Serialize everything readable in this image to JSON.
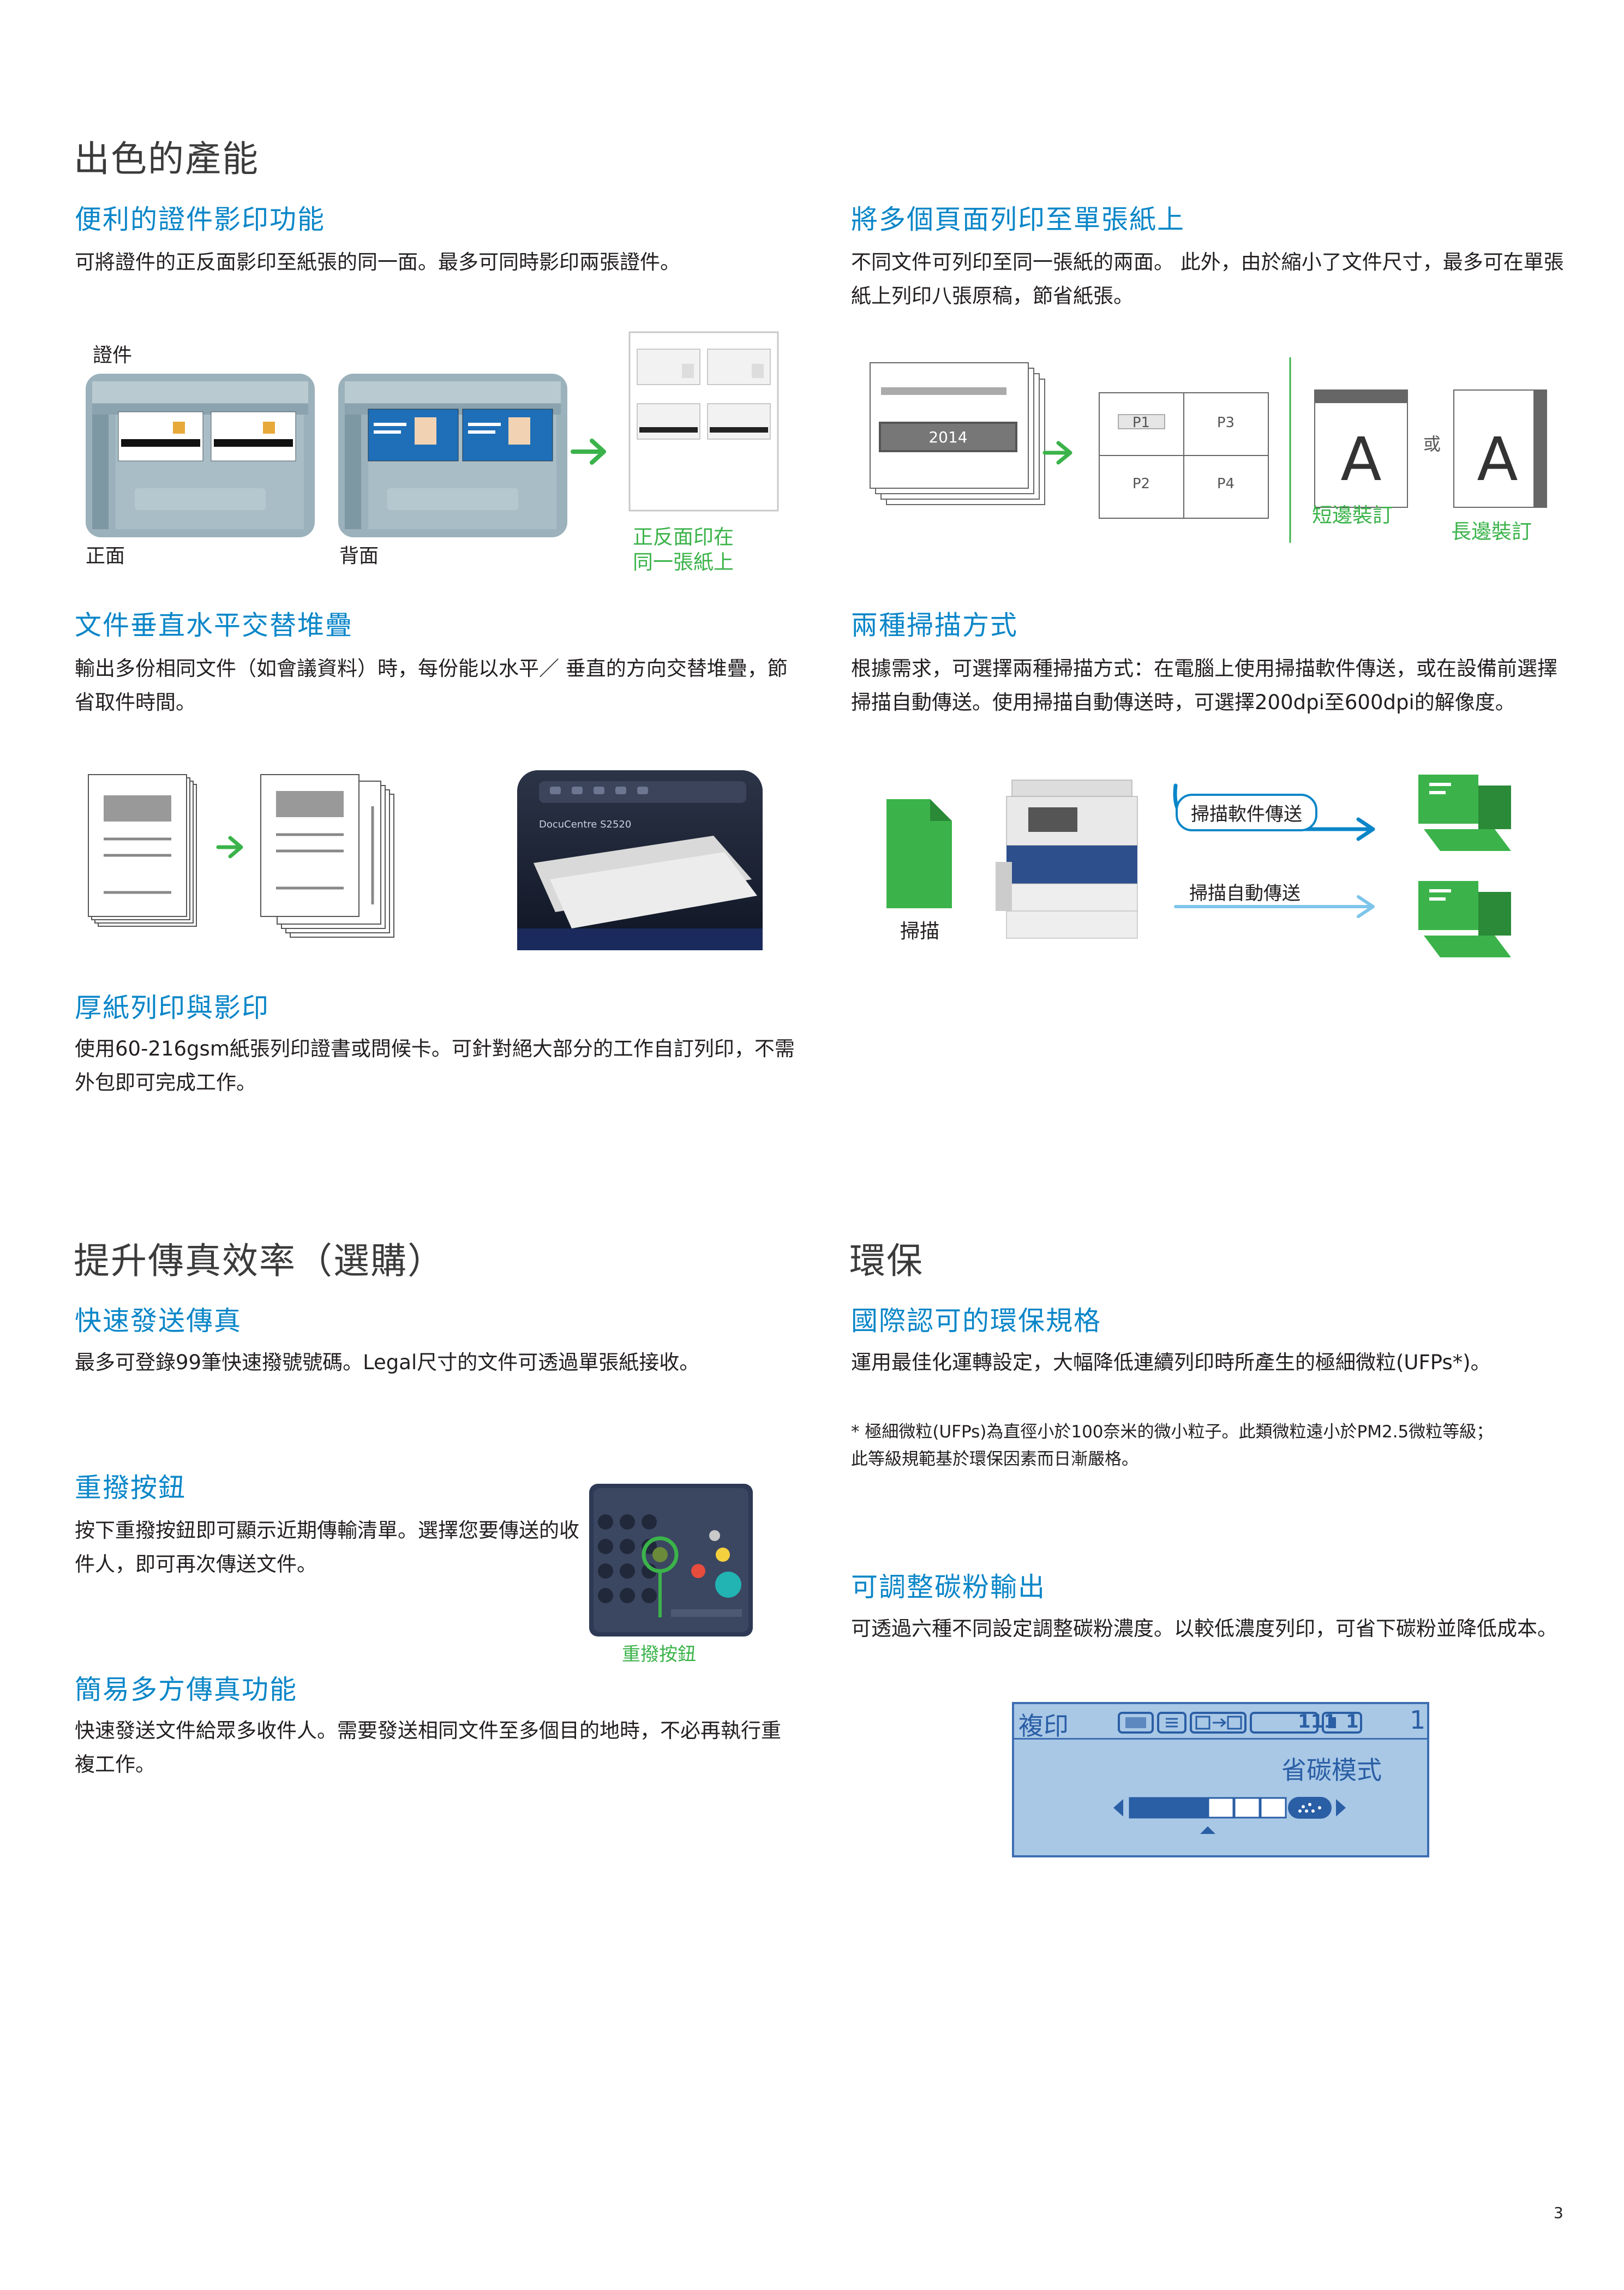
{
  "page_number": "3",
  "left_top": {
    "title": "出色的產能",
    "s1": {
      "heading": "便利的證件影印功能",
      "body": "可將證件的正反面影印至紙張的同一面。最多可同時影印兩張證件。",
      "label_id": "證件",
      "label_front": "正面",
      "label_back": "背面",
      "label_result": "正反面印在\n同一張紙上"
    },
    "s2": {
      "heading": "文件垂直水平交替堆疊",
      "body": "輸出多份相同文件（如會議資料）時，每份能以水平／ 垂直的方向交替堆疊，節省取件時間。",
      "machine_label": "DocuCentre S2520"
    },
    "s3": {
      "heading": "厚紙列印與影印",
      "body": "使用60-216gsm紙張列印證書或問候卡。可針對絕大部分的工作自訂列印，不需外包即可完成工作。"
    }
  },
  "right_top": {
    "s1": {
      "heading": "將多個頁面列印至單張紙上",
      "body": "不同文件可列印至同一張紙的兩面。 此外，由於縮小了文件尺寸，最多可在單張紙上列印八張原稿，節省紙張。",
      "doc_year": "2014",
      "pages": [
        "P1",
        "P2",
        "P3",
        "P4"
      ],
      "letter": "A",
      "or": "或",
      "short_edge": "短邊裝訂",
      "long_edge": "長邊裝訂"
    },
    "s2": {
      "heading": "兩種掃描方式",
      "body": "根據需求，可選擇兩種掃描方式：在電腦上使用掃描軟件傳送，或在設備前選擇掃描自動傳送。使用掃描自動傳送時，可選擇200dpi至600dpi的解像度。",
      "scan_label": "掃描",
      "software_send": "掃描軟件傳送",
      "auto_send": "掃描自動傳送"
    }
  },
  "left_bottom": {
    "title": "提升傳真效率（選購）",
    "s1": {
      "heading": "快速發送傳真",
      "body": "最多可登錄99筆快速撥號號碼。Legal尺寸的文件可透過單張紙接收。"
    },
    "s2": {
      "heading": "重撥按鈕",
      "body": "按下重撥按鈕即可顯示近期傳輸清單。選擇您要傳送的收件人，即可再次傳送文件。",
      "callout": "重撥按鈕"
    },
    "s3": {
      "heading": "簡易多方傳真功能",
      "body": "快速發送文件給眾多收件人。需要發送相同文件至多個目的地時，不必再執行重複工作。"
    }
  },
  "right_bottom": {
    "title": "環保",
    "s1": {
      "heading": "國際認可的環保規格",
      "body": "運用最佳化運轉設定，大幅降低連續列印時所產生的極細微粒(UFPs*)。",
      "note": "* 極細微粒(UFPs)為直徑小於100奈米的微小粒子。此類微粒遠小於PM2.5微粒等級；\n  此等級規範基於環保因素而日漸嚴格。"
    },
    "s2": {
      "heading": "可調整碳粉輸出",
      "body": "可透過六種不同設定調整碳粉濃度。以較低濃度列印，可省下碳粉並降低成本。",
      "lcd_title": "複印",
      "lcd_count": "111",
      "lcd_copies": "1",
      "lcd_number": "1",
      "lcd_mode": "省碳模式",
      "toner_level": 0.5
    }
  },
  "colors": {
    "heading_blue": "#0a86c8",
    "accent_green": "#3bb34a",
    "lcd_bg": "#a9c8e6"
  }
}
